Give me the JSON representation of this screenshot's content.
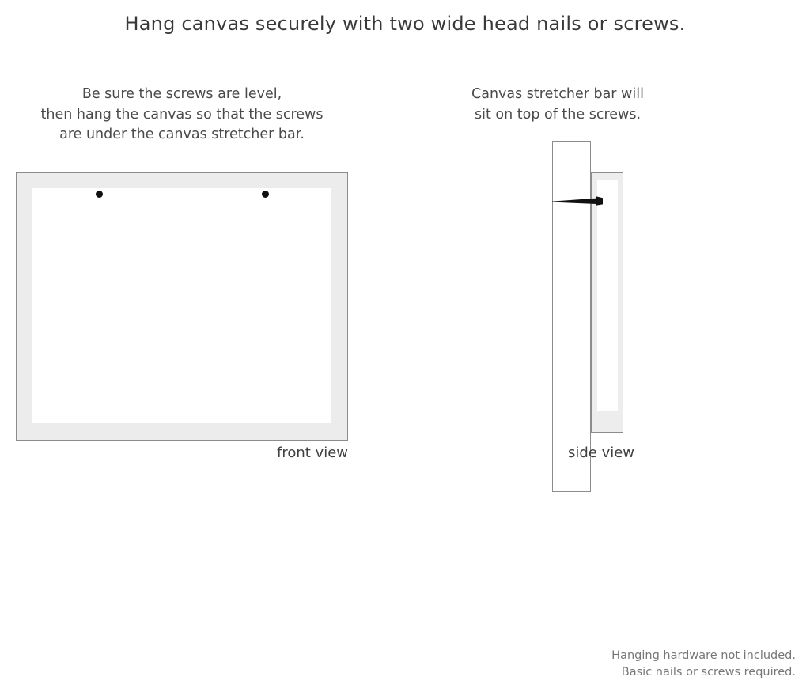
{
  "title": "Hang canvas securely with two wide head nails or screws.",
  "captions": {
    "left": [
      "Be sure the screws are level,",
      "then hang the canvas so that the screws",
      "are under the canvas stretcher bar."
    ],
    "right": [
      "Canvas stretcher bar will",
      "sit on top of the screws."
    ]
  },
  "labels": {
    "front_view": "front view",
    "side_view": "side view"
  },
  "disclaimer": [
    "Hanging hardware not included.",
    "Basic nails or screws required."
  ],
  "diagram": {
    "front_view": {
      "screw_count": 2,
      "frame_fill": "#ececec",
      "frame_border": "#8c8c8c",
      "inner_fill": "#ffffff",
      "screw_color": "#111111"
    },
    "side_view": {
      "wall_fill": "#ffffff",
      "wall_border": "#8c8c8c",
      "canvas_fill": "#ededed",
      "canvas_border": "#8c8c8c",
      "stretcher_bar_fill": "#ffffff",
      "screw_color": "#111111"
    }
  },
  "colors": {
    "background": "#ffffff",
    "title_text": "#39393a",
    "caption_text": "#4a4a4a",
    "label_text": "#404040",
    "disclaimer_text": "#77777a"
  }
}
